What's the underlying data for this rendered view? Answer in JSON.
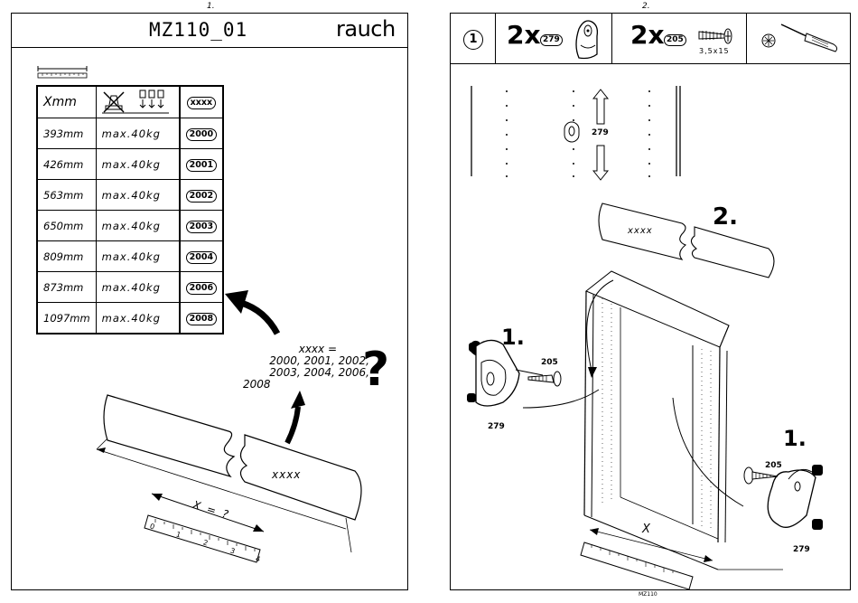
{
  "left_page": {
    "page_number": "1.",
    "title": "MZ110_01",
    "brand": "rauch",
    "table": {
      "header": {
        "col1": "Xmm",
        "col3": "xxxx",
        "col2_icon": "no-load-icon"
      },
      "rows": [
        {
          "length": "393mm",
          "load": "max.40kg",
          "code": "2000"
        },
        {
          "length": "426mm",
          "load": "max.40kg",
          "code": "2001"
        },
        {
          "length": "563mm",
          "load": "max.40kg",
          "code": "2002"
        },
        {
          "length": "650mm",
          "load": "max.40kg",
          "code": "2003"
        },
        {
          "length": "809mm",
          "load": "max.40kg",
          "code": "2004"
        },
        {
          "length": "873mm",
          "load": "max.40kg",
          "code": "2006"
        },
        {
          "length": "1097mm",
          "load": "max.40kg",
          "code": "2008"
        }
      ]
    },
    "codes_note": {
      "line1": "xxxx =",
      "line2": "2000, 2001, 2002,",
      "line3": "2003, 2004, 2006,",
      "line4": "2008"
    },
    "question_mark": "?",
    "rail_label": "xxxx",
    "measure_label": "X = ?",
    "ruler_digits": [
      "0",
      "1",
      "2",
      "3",
      "4"
    ]
  },
  "right_page": {
    "page_number": "2.",
    "step_number": "1",
    "parts": [
      {
        "qty": "2x",
        "code": "279",
        "icon": "rail-bracket-icon"
      },
      {
        "qty": "2x",
        "code": "205",
        "icon": "screw-icon",
        "size": "3,5x15"
      }
    ],
    "tool_icon": "phillips-screwdriver-icon",
    "hole_label": "279",
    "step2": "2.",
    "rail_label": "xxxx",
    "left_step": "1.",
    "right_step": "1.",
    "screw_label_left": "205",
    "bracket_label_left": "279",
    "screw_label_right": "205",
    "bracket_label_right": "279",
    "measure_label": "X",
    "footer": "MZ110"
  },
  "colors": {
    "ink": "#000000",
    "paper": "#ffffff"
  }
}
